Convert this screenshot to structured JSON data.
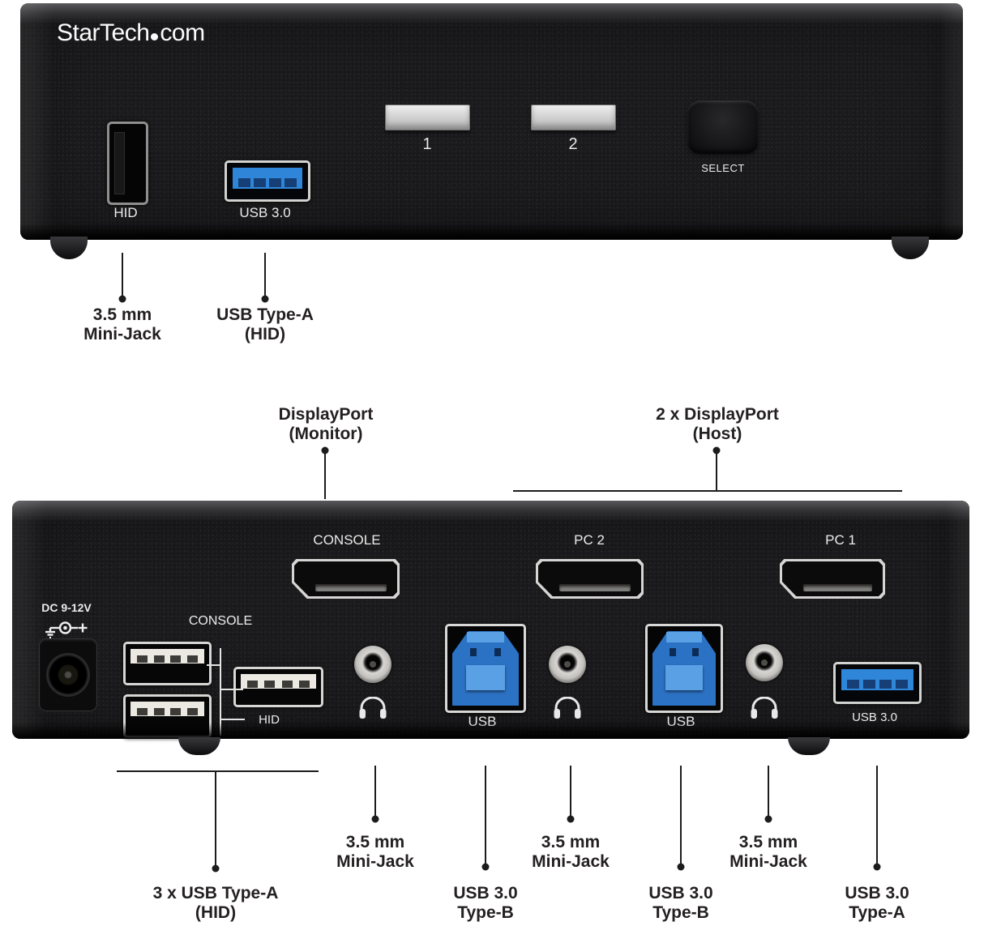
{
  "logo": {
    "star": "StarTech",
    "com": "com"
  },
  "colors": {
    "background": "#ffffff",
    "device_black": "#1a1a1c",
    "usb3_blue": "#2f86d8",
    "usb_b_blue": "#2c72c4",
    "led_silver": "#d9d9d9",
    "device_label_white": "#ebebeb",
    "callout_text": "#242021"
  },
  "front": {
    "ports": {
      "hid": "HID",
      "usb3": "USB 3.0"
    },
    "leds": [
      {
        "label": "1"
      },
      {
        "label": "2"
      }
    ],
    "select": "SELECT",
    "callouts": [
      {
        "line1": "3.5 mm",
        "line2": "Mini-Jack"
      },
      {
        "line1": "USB Type-A",
        "line2": "(HID)"
      }
    ]
  },
  "back": {
    "top_callouts": [
      {
        "line1": "DisplayPort",
        "line2": "(Monitor)"
      },
      {
        "line1": "2 x DisplayPort",
        "line2": "(Host)"
      }
    ],
    "dc": "DC 9-12V",
    "dp": {
      "console": "CONSOLE",
      "pc2": "PC 2",
      "pc1": "PC 1"
    },
    "console_usb": "CONSOLE",
    "hid": "HID",
    "usb_b": [
      {
        "label": "USB"
      },
      {
        "label": "USB"
      }
    ],
    "usb3": "USB 3.0",
    "bottom": {
      "hid_group": {
        "line1": "3 x USB Type-A",
        "line2": "(HID)"
      },
      "mini_jacks": [
        {
          "line1": "3.5 mm",
          "line2": "Mini-Jack"
        },
        {
          "line1": "3.5 mm",
          "line2": "Mini-Jack"
        },
        {
          "line1": "3.5 mm",
          "line2": "Mini-Jack"
        }
      ],
      "usb": [
        {
          "line1": "USB 3.0",
          "line2": "Type-B"
        },
        {
          "line1": "USB 3.0",
          "line2": "Type-B"
        },
        {
          "line1": "USB 3.0",
          "line2": "Type-A"
        }
      ]
    }
  }
}
